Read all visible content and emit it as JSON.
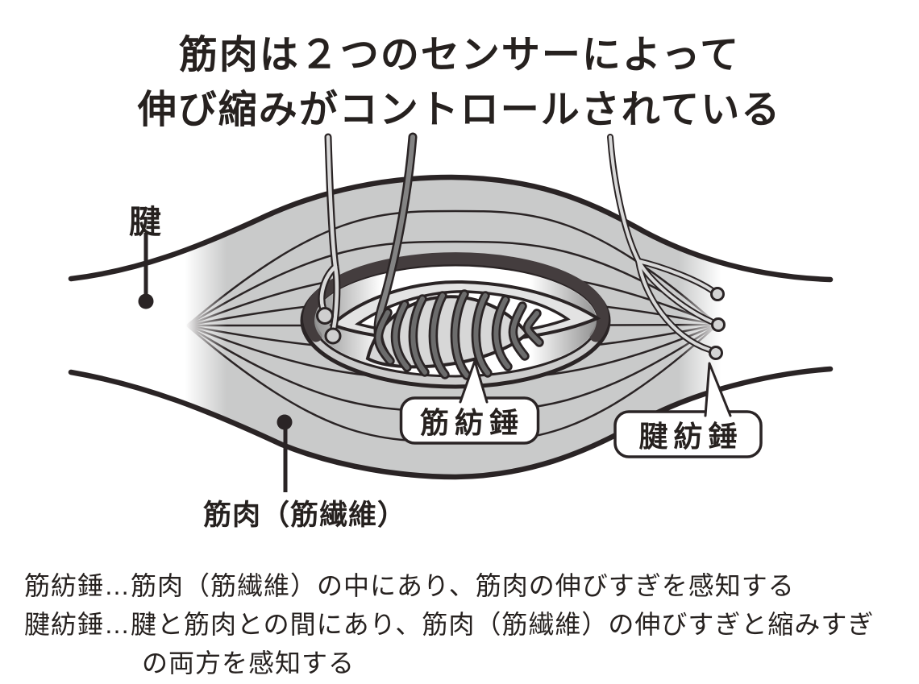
{
  "title": {
    "line1": "筋肉は２つのセンサーによって",
    "line2": "伸び縮みがコントロールされている"
  },
  "diagram": {
    "labels": {
      "tendon": "腱",
      "muscle_fiber": "筋肉（筋繊維）",
      "muscle_spindle": "筋紡錘",
      "tendon_spindle": "腱紡錘"
    },
    "colors": {
      "ink": "#2a2425",
      "muscle_fill": "#c9caca",
      "window_rim_shadow": "#443d3e",
      "window_ring": "#c6c6c6",
      "interior_shadow": "#8f8f8f",
      "capsule_fill": "#e3e3e3",
      "spindle_fill": "#d7d7d7",
      "coil_fill": "#6c6c6c",
      "nerve_light_fill": "#d9d9d9",
      "nerve_dark_fill": "#838383",
      "background": "#ffffff"
    }
  },
  "notes": {
    "line1": "筋紡錘…筋肉（筋繊維）の中にあり、筋肉の伸びすぎを感知する",
    "line2": "腱紡錘…腱と筋肉との間にあり、筋肉（筋繊維）の伸びすぎと縮みすぎ",
    "line3": "の両方を感知する"
  }
}
